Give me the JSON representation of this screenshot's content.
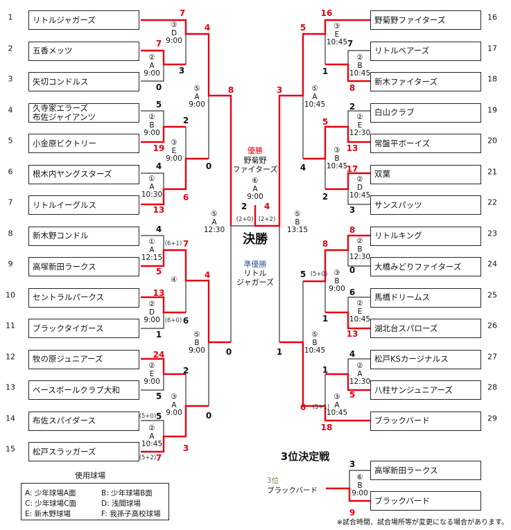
{
  "teams_left": [
    {
      "no": "1",
      "name": "リトルジャガーズ"
    },
    {
      "no": "2",
      "name": "五香メッツ"
    },
    {
      "no": "3",
      "name": "矢切コンドルス"
    },
    {
      "no": "4",
      "name": "久寺家エラーズ",
      "name2": "布佐ジャイアンツ"
    },
    {
      "no": "5",
      "name": "小金原ビクトリー"
    },
    {
      "no": "6",
      "name": "根木内ヤングスターズ"
    },
    {
      "no": "7",
      "name": "リトルイーグルス"
    },
    {
      "no": "8",
      "name": "新木野コンドル"
    },
    {
      "no": "9",
      "name": "高塚新田ラークス"
    },
    {
      "no": "10",
      "name": "セントラルパークス"
    },
    {
      "no": "11",
      "name": "ブラックタイガース"
    },
    {
      "no": "12",
      "name": "牧の原ジュニアーズ"
    },
    {
      "no": "13",
      "name": "ベースボールクラブ大和"
    },
    {
      "no": "14",
      "name": "布佐スパイダース"
    },
    {
      "no": "15",
      "name": "松戸スラッガーズ"
    }
  ],
  "teams_right": [
    {
      "no": "16",
      "name": "野菊野ファイターズ"
    },
    {
      "no": "17",
      "name": "リトルベアーズ"
    },
    {
      "no": "18",
      "name": "新木ファイターズ"
    },
    {
      "no": "19",
      "name": "白山クラブ"
    },
    {
      "no": "20",
      "name": "常盤平ボーイズ"
    },
    {
      "no": "21",
      "name": "双葉"
    },
    {
      "no": "22",
      "name": "サンスパッツ"
    },
    {
      "no": "23",
      "name": "リトルキング"
    },
    {
      "no": "24",
      "name": "大橋みどりファイターズ"
    },
    {
      "no": "25",
      "name": "馬橋ドリームス"
    },
    {
      "no": "26",
      "name": "湖北台スパローズ"
    },
    {
      "no": "27",
      "name": "松戸KSカージナルス"
    },
    {
      "no": "28",
      "name": "八柱サンジュニアーズ"
    },
    {
      "no": "29",
      "name": "ブラックバード"
    }
  ],
  "matches": [
    {
      "round": "②",
      "field": "A",
      "time": "9:00"
    },
    {
      "round": "③",
      "field": "D",
      "time": "9:00"
    },
    {
      "round": "⑤",
      "field": "A",
      "time": "9:00"
    },
    {
      "round": "②",
      "field": "B",
      "time": "9:00"
    },
    {
      "round": "③",
      "field": "E",
      "time": "9:00"
    },
    {
      "round": "①",
      "field": "A",
      "time": "10:30"
    },
    {
      "round": "①",
      "field": "A",
      "time": "12:15"
    },
    {
      "round": "④"
    },
    {
      "round": "②",
      "field": "D",
      "time": "9:00"
    },
    {
      "round": "⑤",
      "field": "B",
      "time": "9:00"
    },
    {
      "round": "②",
      "field": "E",
      "time": "9:00"
    },
    {
      "round": "③",
      "field": "A",
      "time": "9:00"
    },
    {
      "round": "②",
      "field": "A",
      "time": "10:45"
    },
    {
      "round": "⑤",
      "field": "A",
      "time": "12:30"
    },
    {
      "round": "③",
      "field": "E",
      "time": "10:45"
    },
    {
      "round": "②",
      "field": "B",
      "time": "10:45"
    },
    {
      "round": "⑤",
      "field": "A",
      "time": "10:45"
    },
    {
      "round": "②",
      "field": "E",
      "time": "12:30"
    },
    {
      "round": "③",
      "field": "B",
      "time": "10:45"
    },
    {
      "round": "②",
      "field": "D",
      "time": "10:45"
    },
    {
      "round": "⑤",
      "field": "B",
      "time": "13:15"
    },
    {
      "round": "②",
      "field": "B",
      "time": "12:30"
    },
    {
      "round": "③",
      "field": "B",
      "time": "9:00"
    },
    {
      "round": "②",
      "field": "E",
      "time": "10:45"
    },
    {
      "round": "⑤",
      "field": "B",
      "time": "10:45"
    },
    {
      "round": "②",
      "field": "A",
      "time": "12:30"
    },
    {
      "round": "③",
      "field": "A",
      "time": "10:45"
    },
    {
      "round": "⑥",
      "field": "A",
      "time": "9:00"
    },
    {
      "round": "⑥",
      "field": "B",
      "time": "9:00"
    }
  ],
  "scores": [
    {
      "v": "7",
      "win": true
    },
    {
      "v": "7",
      "win": true
    },
    {
      "v": "0",
      "win": false
    },
    {
      "v": "3",
      "win": false
    },
    {
      "v": "4",
      "win": true
    },
    {
      "v": "8",
      "win": true
    },
    {
      "v": "5",
      "win": false
    },
    {
      "v": "19",
      "win": true
    },
    {
      "v": "2",
      "win": false
    },
    {
      "v": "4",
      "win": false
    },
    {
      "v": "13",
      "win": true
    },
    {
      "v": "6",
      "win": true
    },
    {
      "v": "0",
      "win": false
    },
    {
      "v": "4",
      "win": false
    },
    {
      "v": "5",
      "win": true
    },
    {
      "v": "7",
      "win": true
    },
    {
      "v": "13",
      "win": true
    },
    {
      "v": "6",
      "win": false
    },
    {
      "v": "1",
      "win": false
    },
    {
      "v": "4",
      "win": true
    },
    {
      "v": "24",
      "win": true
    },
    {
      "v": "5",
      "win": false
    },
    {
      "v": "2",
      "win": false
    },
    {
      "v": "0",
      "win": false
    },
    {
      "v": "5",
      "win": false
    },
    {
      "v": "7",
      "win": true
    },
    {
      "v": "3",
      "win": true
    },
    {
      "v": "0",
      "win": false
    },
    {
      "v": "16",
      "win": true
    },
    {
      "v": "5",
      "win": true
    },
    {
      "v": "7",
      "win": false
    },
    {
      "v": "1",
      "win": false
    },
    {
      "v": "8",
      "win": true
    },
    {
      "v": "3",
      "win": true
    },
    {
      "v": "2",
      "win": false
    },
    {
      "v": "5",
      "win": true
    },
    {
      "v": "13",
      "win": true
    },
    {
      "v": "4",
      "win": false
    },
    {
      "v": "17",
      "win": true
    },
    {
      "v": "2",
      "win": false
    },
    {
      "v": "3",
      "win": false
    },
    {
      "v": "8",
      "win": true
    },
    {
      "v": "8",
      "win": true
    },
    {
      "v": "0",
      "win": false
    },
    {
      "v": "5",
      "win": false
    },
    {
      "v": "6",
      "win": false
    },
    {
      "v": "1",
      "win": false
    },
    {
      "v": "13",
      "win": true
    },
    {
      "v": "1",
      "win": false
    },
    {
      "v": "4",
      "win": false
    },
    {
      "v": "1",
      "win": false
    },
    {
      "v": "5",
      "win": true
    },
    {
      "v": "6",
      "win": true
    },
    {
      "v": "18",
      "win": true
    },
    {
      "v": "2",
      "win": false
    },
    {
      "v": "4",
      "win": true
    },
    {
      "v": "3",
      "win": false
    },
    {
      "v": "9",
      "win": true
    }
  ],
  "notes": [
    "(6+1)",
    "(6+0)",
    "(5+0)",
    "(5+2)",
    "(5+0)",
    "(5+1)",
    "(2+0)",
    "(2+2)"
  ],
  "final": {
    "title": "決勝",
    "champion_label": "優勝",
    "champion_line1": "野菊野",
    "champion_line2": "ファイターズ",
    "runner_up_label": "準優勝",
    "runner_up_line1": "リトル",
    "runner_up_line2": "ジャガーズ"
  },
  "third_place": {
    "title": "3位決定戦",
    "label": "3位",
    "winner": "ブラックバード",
    "team_top": "高塚新田ラークス",
    "team_bottom": "ブラックバード"
  },
  "legend": {
    "title": "使用球場",
    "items": [
      "A: 少年球場A面",
      "B: 少年球場B面",
      "C: 少年球場C面",
      "D: 浅間球場",
      "E: 新木野球場",
      "F: 我孫子高校球場"
    ]
  },
  "footnote": "※試合時間、試合場所等が変更になる場合があります。",
  "colors": {
    "win": "#e60012",
    "line": "#333333",
    "runner_up": "#3a5a9a",
    "third": "#6a8a3a"
  }
}
